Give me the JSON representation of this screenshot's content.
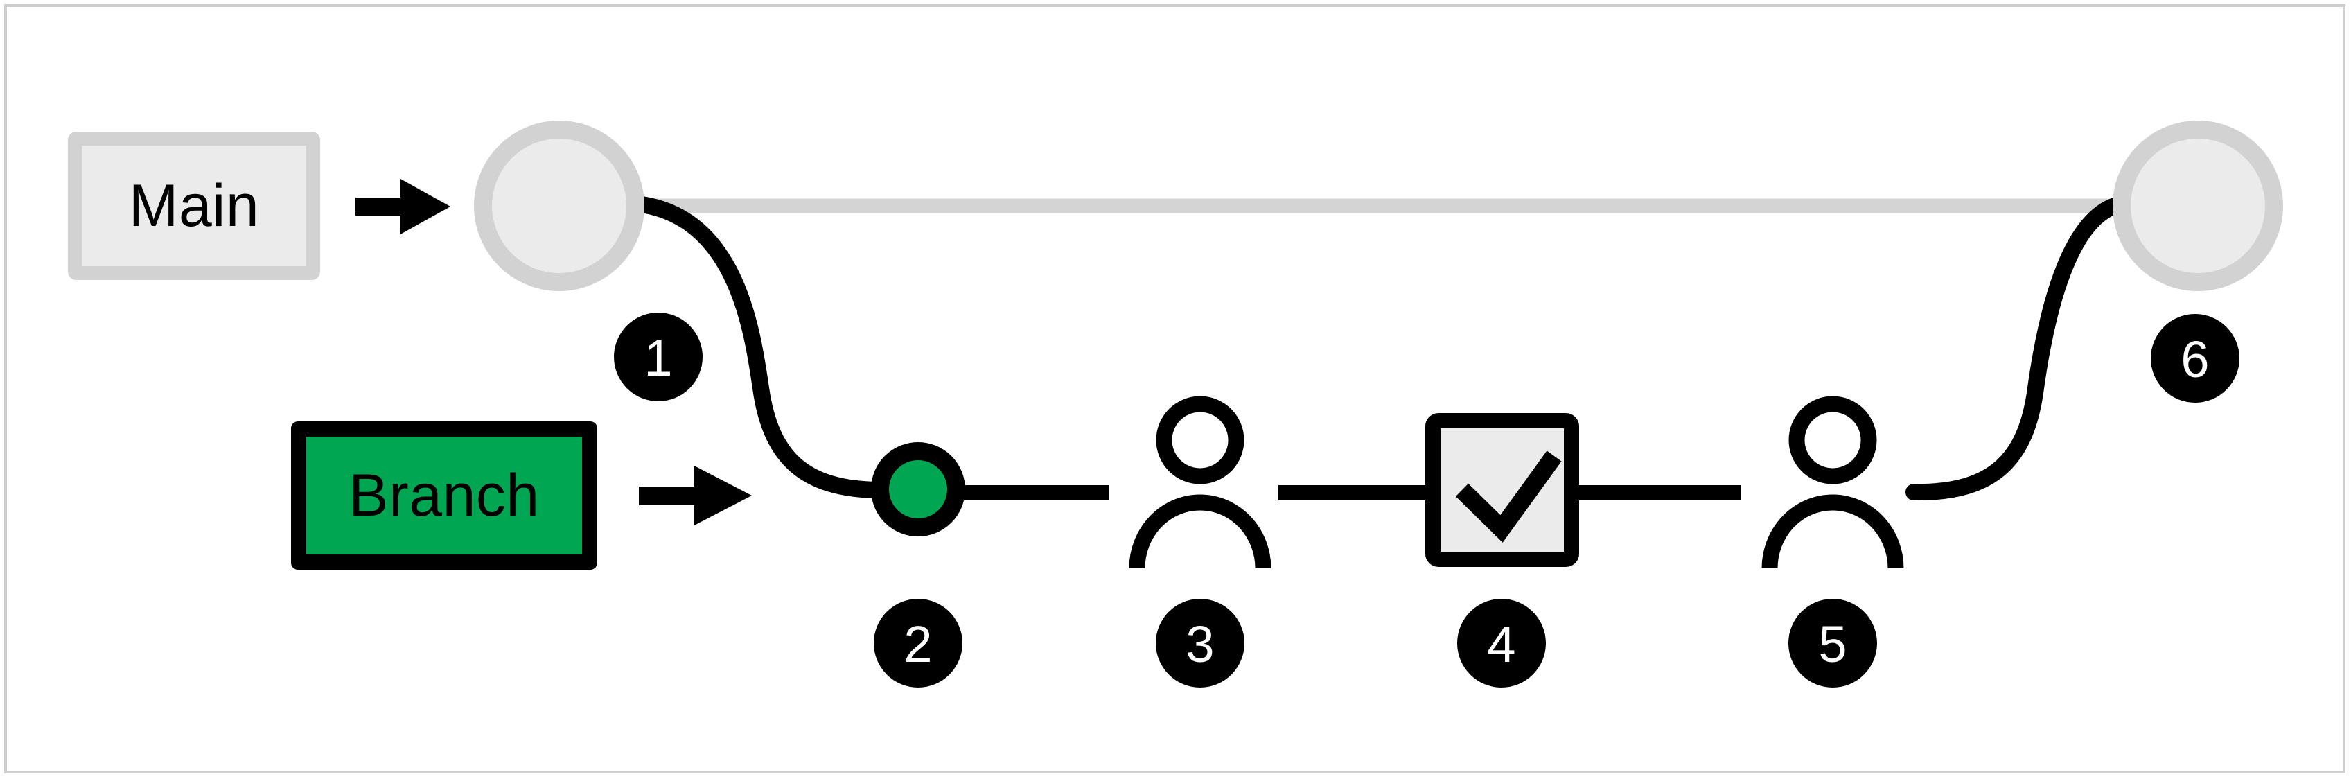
{
  "diagram": {
    "title": "Branch merge workflow",
    "background_color": "#ffffff",
    "frame_border_color": "#cfcfcf",
    "labels": {
      "main": "Main",
      "branch": "Branch"
    },
    "colors": {
      "main_fill": "#ebebeb",
      "main_border": "#d2d2d2",
      "branch_fill": "#00a651",
      "branch_border": "#000000",
      "commit_node_fill": "#ebebeb",
      "commit_node_border": "#d2d2d2",
      "branch_node_fill": "#00a651",
      "branch_node_border": "#000000",
      "main_line": "#d4d4d4",
      "branch_line": "#000000",
      "badge_fill": "#000000",
      "badge_text": "#ffffff",
      "checkbox_fill": "#ebebeb"
    },
    "steps": [
      {
        "number": "1",
        "icon": "branch-split-curve",
        "description": "branch created off main"
      },
      {
        "number": "2",
        "icon": "green-commit-circle",
        "description": "commit on branch"
      },
      {
        "number": "3",
        "icon": "person-icon",
        "description": "reviewer"
      },
      {
        "number": "4",
        "icon": "checkbox-check-icon",
        "description": "approval check"
      },
      {
        "number": "5",
        "icon": "person-icon",
        "description": "reviewer"
      },
      {
        "number": "6",
        "icon": "merge-commit-circle",
        "description": "merge back into main"
      }
    ],
    "nodes": [
      {
        "name": "main-start-commit",
        "shape": "circle",
        "style": "gray"
      },
      {
        "name": "branch-commit",
        "shape": "circle",
        "style": "green"
      },
      {
        "name": "reviewer-one",
        "shape": "person",
        "style": "outline"
      },
      {
        "name": "approval-checkbox",
        "shape": "square-check",
        "style": "outline"
      },
      {
        "name": "reviewer-two",
        "shape": "person",
        "style": "outline"
      },
      {
        "name": "main-merge-commit",
        "shape": "circle",
        "style": "gray"
      }
    ],
    "arrows": [
      {
        "name": "main-arrow",
        "from": "main-label",
        "to": "main-start-commit"
      },
      {
        "name": "branch-arrow",
        "from": "branch-label",
        "to": "branch-commit"
      }
    ]
  }
}
